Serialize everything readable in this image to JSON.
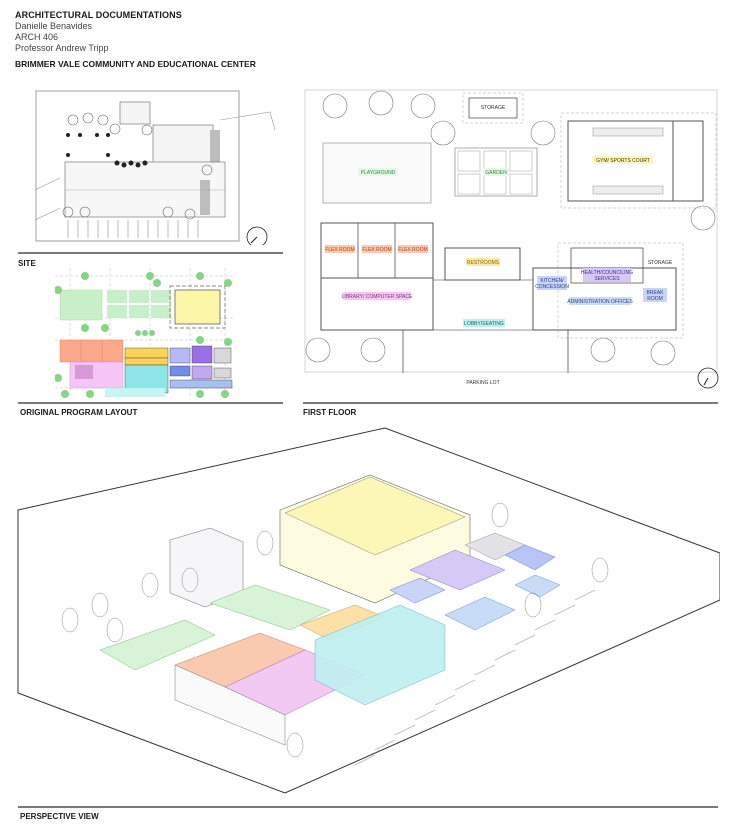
{
  "header": {
    "title": "ARCHITECTURAL DOCUMENTATIONS",
    "author": "Danielle Benavides",
    "course": "ARCH 406",
    "professor": "Professor Andrew Tripp",
    "project": "BRIMMER VALE COMMUNITY AND EDUCATIONAL CENTER"
  },
  "sections": {
    "site": "SITE",
    "program": "ORIGINAL PROGRAM LAYOUT",
    "first_floor": "FIRST FLOOR",
    "perspective": "PERSPECTIVE VIEW"
  },
  "first_floor": {
    "rooms": {
      "storage_top": "STORAGE",
      "playground": "PLAYGROUND",
      "garden": "GARDEN",
      "gym": "GYM/ SPORTS COURT",
      "flex1": "FLEX ROOM",
      "flex2": "FLEX ROOM",
      "flex3": "FLEX ROOM",
      "restrooms": "RESTROOMS",
      "library": "LIBRARY/ COMPUTER SPACE",
      "lobby": "LOBBY/SEATING",
      "kitchen_1": "KITCHEN/",
      "kitchen_2": "CONCESSION",
      "health_1": "HEALTH/COUNCILING",
      "health_2": "SERVICES",
      "storage_right": "STORAGE",
      "admin": "ADMINISTRATION OFFICES",
      "break_1": "BREAK",
      "break_2": "ROOM",
      "parking": "PARKING LOT"
    }
  },
  "colors": {
    "flex": "#f9c9b0",
    "restrooms": "#fbe7a8",
    "library": "#f2c9f2",
    "lobby": "#bfeff0",
    "gym": "#fcf7b6",
    "health": "#d6c9f5",
    "kitchen": "#c9d4f7",
    "playground": "#cdf2cd",
    "admin": "#c9dcf7",
    "storage": "#e2e2e6"
  }
}
